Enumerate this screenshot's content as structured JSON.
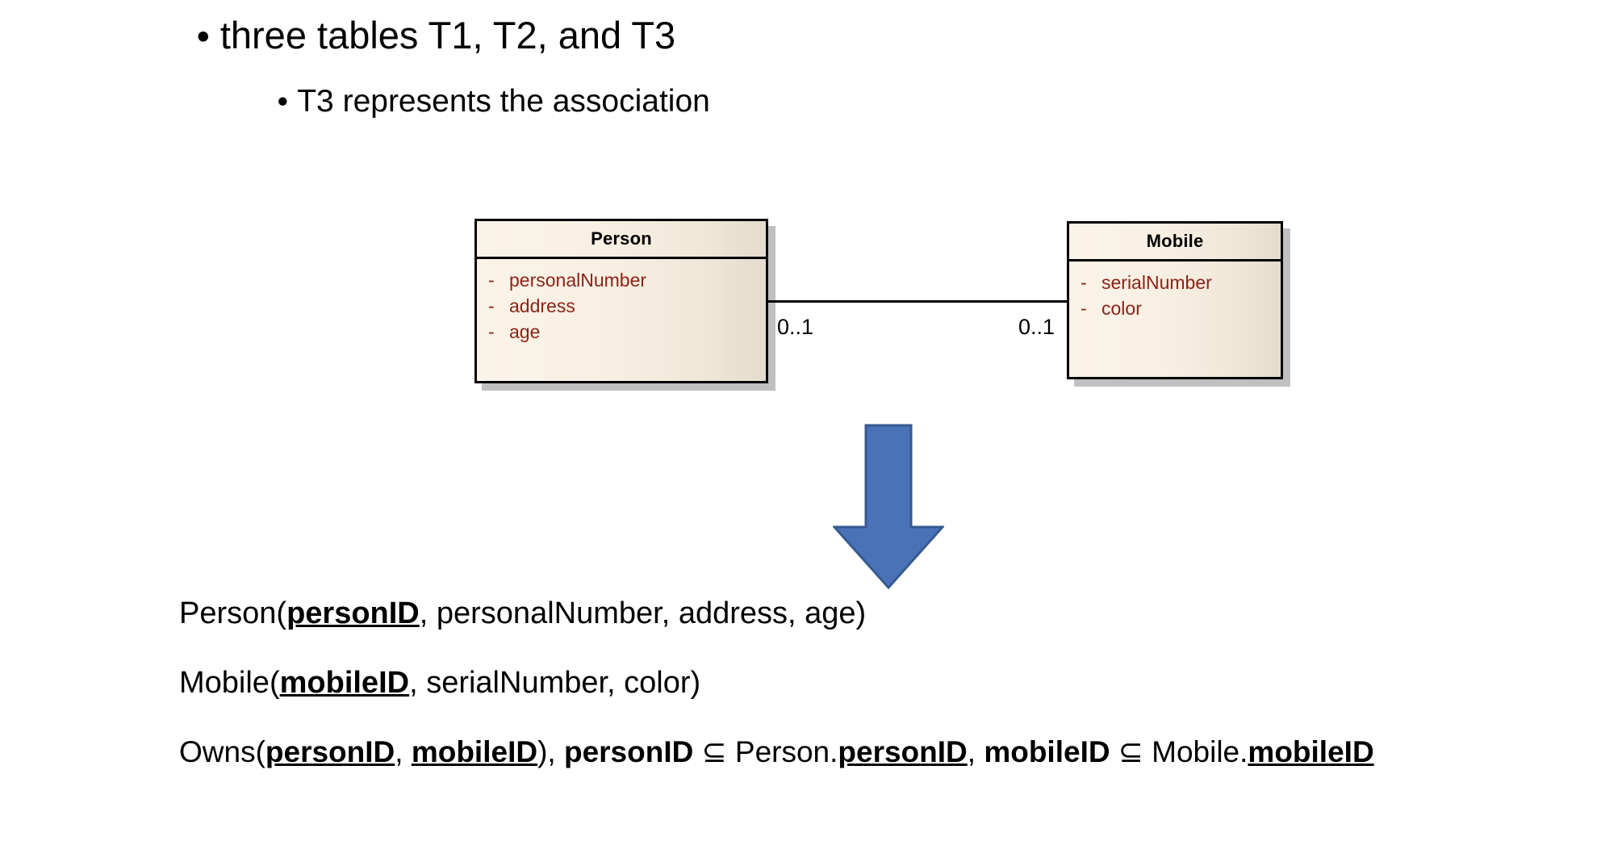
{
  "slide": {
    "background_color": "#ffffff",
    "bullets": [
      {
        "marker": "bullet-dot",
        "text": "three tables T1, T2, and T3",
        "level": 1
      },
      {
        "marker": "bullet-dot",
        "text": "T3 represents the association",
        "level": 2
      }
    ]
  },
  "diagram": {
    "type": "uml-class-diagram",
    "box_fill_color": "#f8f0e3",
    "box_border_color": "#000000",
    "attribute_text_color": "#8c2217",
    "shadow_color": "#c0c0c0",
    "classes": [
      {
        "name": "Person",
        "attributes": [
          {
            "visibility": "-",
            "name": "personalNumber"
          },
          {
            "visibility": "-",
            "name": "address"
          },
          {
            "visibility": "-",
            "name": "age"
          }
        ]
      },
      {
        "name": "Mobile",
        "attributes": [
          {
            "visibility": "-",
            "name": "serialNumber"
          },
          {
            "visibility": "-",
            "name": "color"
          }
        ]
      }
    ],
    "association": {
      "left_multiplicity": "0..1",
      "right_multiplicity": "0..1"
    }
  },
  "arrow": {
    "direction": "down",
    "fill_color": "#4a72b8",
    "stroke_color": "#36598f"
  },
  "schema": {
    "lines": [
      {
        "id": "person-relation",
        "tokens": [
          {
            "text": "Person(",
            "style": "plain"
          },
          {
            "text": "personID",
            "style": "bold-underline"
          },
          {
            "text": ", personalNumber, address, age)",
            "style": "plain"
          }
        ]
      },
      {
        "id": "mobile-relation",
        "tokens": [
          {
            "text": "Mobile(",
            "style": "plain"
          },
          {
            "text": "mobileID",
            "style": "bold-underline"
          },
          {
            "text": ", serialNumber, color)",
            "style": "plain"
          }
        ]
      },
      {
        "id": "owns-relation",
        "tokens": [
          {
            "text": "Owns(",
            "style": "plain"
          },
          {
            "text": "personID",
            "style": "bold-underline"
          },
          {
            "text": ", ",
            "style": "plain"
          },
          {
            "text": "mobileID",
            "style": "bold-underline"
          },
          {
            "text": "), ",
            "style": "plain"
          },
          {
            "text": "personID",
            "style": "bold"
          },
          {
            "text": " ⊆ Person.",
            "style": "plain"
          },
          {
            "text": "personID",
            "style": "bold-underline"
          },
          {
            "text": ", ",
            "style": "plain"
          },
          {
            "text": "mobileID",
            "style": "bold"
          },
          {
            "text": " ⊆ Mobile.",
            "style": "plain"
          },
          {
            "text": "mobileID",
            "style": "bold-underline"
          }
        ]
      }
    ]
  }
}
